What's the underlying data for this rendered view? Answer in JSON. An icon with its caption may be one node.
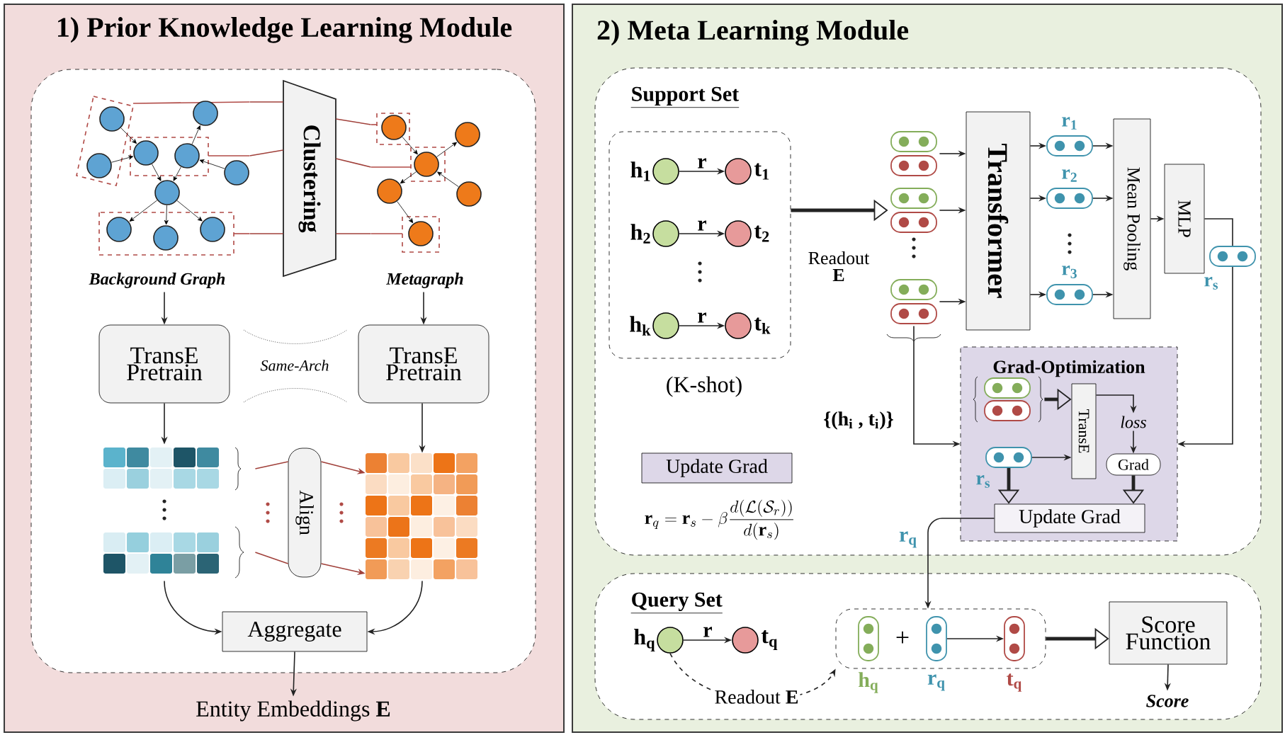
{
  "diagram": {
    "nodes": [
      {
        "text": [
          "1) Prior Knowledge Learning Module"
        ]
      },
      {
        "text": [],
        "shape": "box",
        "in": 0
      },
      {
        "text": [],
        "shape": "picture",
        "beside": [
          "Background Graph"
        ],
        "in": 1
      },
      {
        "text": [
          "Clustering"
        ],
        "in": 1
      },
      {
        "text": [],
        "shape": "picture",
        "beside": [
          "Metagraph"
        ],
        "in": 1
      },
      {
        "text": [
          "TransE Pretrain"
        ],
        "in": 1
      },
      {
        "text": [
          "TransE Pretrain"
        ],
        "in": 1
      },
      {
        "text": [],
        "shape": "picture",
        "in": 1
      },
      {
        "text": [
          "Align"
        ],
        "in": 1
      },
      {
        "text": [],
        "shape": "picture",
        "in": 1
      },
      {
        "text": [
          "Aggregate"
        ],
        "in": 1
      },
      {
        "text": [
          "Entity Embeddings **E**"
        ],
        "in": 0
      },
      {
        "text": [
          "2) Meta Learning Module"
        ]
      },
      {
        "text": [
          "Support Set"
        ],
        "in": 12
      },
      {
        "text": [],
        "shape": "box",
        "beside": [
          "(K-shot)"
        ],
        "in": 13
      },
      {
        "text": [],
        "shape": "circle",
        "beside": [
          "h$_{1}$"
        ],
        "in": 14
      },
      {
        "text": [],
        "shape": "circle",
        "beside": [
          "t$_{1}$"
        ],
        "in": 14
      },
      {
        "text": [],
        "shape": "circle",
        "beside": [
          "h$_{2}$"
        ],
        "in": 14
      },
      {
        "text": [],
        "shape": "circle",
        "beside": [
          "t$_{2}$"
        ],
        "in": 14
      },
      {
        "text": [],
        "shape": "circle",
        "beside": [
          "h$_{k}$"
        ],
        "in": 14
      },
      {
        "text": [],
        "shape": "circle",
        "beside": [
          "t$_{k}$"
        ],
        "in": 14
      },
      {
        "text": [],
        "shape": "pill",
        "in": 13
      },
      {
        "text": [],
        "shape": "pill",
        "in": 13
      },
      {
        "text": [],
        "shape": "pill",
        "in": 13
      },
      {
        "text": [
          "Transformer"
        ],
        "in": 13
      },
      {
        "text": [],
        "shape": "pill",
        "beside": [
          "r$_{1}$"
        ],
        "in": 13
      },
      {
        "text": [],
        "shape": "pill",
        "beside": [
          "r$_{2}$"
        ],
        "in": 13
      },
      {
        "text": [],
        "shape": "pill",
        "beside": [
          "r$_{3}$"
        ],
        "in": 13
      },
      {
        "text": [
          "Mean Pooling"
        ],
        "in": 13
      },
      {
        "text": [
          "MLP"
        ],
        "in": 13
      },
      {
        "text": [],
        "shape": "pill",
        "beside": [
          "r$_{s}$"
        ],
        "in": 13
      },
      {
        "text": [
          "Grad-Optimization"
        ],
        "in": 13
      },
      {
        "text": [],
        "shape": "pill",
        "in": 31
      },
      {
        "text": [],
        "shape": "pill",
        "beside": [
          "r$_{s}$"
        ],
        "in": 31
      },
      {
        "text": [
          "TransE"
        ],
        "in": 31
      },
      {
        "text": [
          "loss"
        ],
        "in": 31
      },
      {
        "text": [
          "Grad"
        ],
        "in": 31
      },
      {
        "text": [
          "Update Grad"
        ],
        "in": 31
      },
      {
        "text": [
          "Update Grad"
        ],
        "in": 13
      },
      {
        "text": [
          "Query Set"
        ],
        "in": 12
      },
      {
        "text": [],
        "shape": "circle",
        "beside": [
          "h$_{q}$"
        ],
        "in": 39
      },
      {
        "text": [],
        "shape": "circle",
        "beside": [
          "t$_{q}$"
        ],
        "in": 39
      },
      {
        "text": [],
        "shape": "box",
        "in": 39
      },
      {
        "text": [],
        "shape": "pill",
        "beside": [
          "h$_{q}$"
        ],
        "in": 42
      },
      {
        "text": [],
        "shape": "pill",
        "beside": [
          "r$_{q}$"
        ],
        "in": 42
      },
      {
        "text": [],
        "shape": "pill",
        "beside": [
          "t$_{q}$"
        ],
        "in": 42
      },
      {
        "text": [
          "Score Function"
        ],
        "in": 39
      },
      {
        "text": [
          "Score"
        ],
        "in": 39
      }
    ],
    "edges": [
      {
        "from": 2,
        "to": 3,
        "arrow": "none",
        "color": "#a0403a"
      },
      {
        "from": 2,
        "to": 3,
        "arrow": "none",
        "color": "#a0403a"
      },
      {
        "from": 2,
        "to": 3,
        "arrow": "none",
        "color": "#a0403a"
      },
      {
        "from": 3,
        "to": 4,
        "arrow": "none",
        "color": "#a0403a"
      },
      {
        "from": 3,
        "to": 4,
        "arrow": "none",
        "color": "#a0403a"
      },
      {
        "from": 3,
        "to": 4,
        "arrow": "none",
        "color": "#a0403a"
      },
      {
        "from": 2,
        "to": 5,
        "arrow": "to"
      },
      {
        "from": 4,
        "to": 6,
        "arrow": "to"
      },
      {
        "from": 5,
        "to": 7,
        "arrow": "to"
      },
      {
        "from": 6,
        "to": 9,
        "arrow": "to"
      },
      {
        "from": 7,
        "to": 8,
        "arrow": "none",
        "color": "#a0403a"
      },
      {
        "from": 7,
        "to": 8,
        "arrow": "none",
        "color": "#a0403a"
      },
      {
        "from": 8,
        "to": 9,
        "arrow": "to",
        "color": "#a0403a"
      },
      {
        "from": 8,
        "to": 9,
        "arrow": "to",
        "color": "#a0403a"
      },
      {
        "from": 7,
        "to": 10,
        "arrow": "to"
      },
      {
        "from": 9,
        "to": 10,
        "arrow": "to"
      },
      {
        "from": 10,
        "to": 11,
        "arrow": "to"
      },
      {
        "from": 15,
        "to": 16,
        "arrow": "to",
        "label": "r"
      },
      {
        "from": 17,
        "to": 18,
        "arrow": "to",
        "label": "r"
      },
      {
        "from": 19,
        "to": 20,
        "arrow": "to",
        "label": "r"
      },
      {
        "from": 14,
        "to": 22,
        "arrow": "to",
        "label": "Readout **E**",
        "style": "thick"
      },
      {
        "from": 21,
        "to": 24,
        "arrow": "to"
      },
      {
        "from": 22,
        "to": 24,
        "arrow": "to"
      },
      {
        "from": 23,
        "to": 24,
        "arrow": "to"
      },
      {
        "from": 24,
        "to": 25,
        "arrow": "to"
      },
      {
        "from": 24,
        "to": 26,
        "arrow": "to"
      },
      {
        "from": 24,
        "to": 27,
        "arrow": "to"
      },
      {
        "from": 25,
        "to": 28,
        "arrow": "to"
      },
      {
        "from": 26,
        "to": 28,
        "arrow": "to"
      },
      {
        "from": 27,
        "to": 28,
        "arrow": "to"
      },
      {
        "from": 28,
        "to": 29,
        "arrow": "to"
      },
      {
        "from": 29,
        "to": 30,
        "arrow": "none"
      },
      {
        "from": 30,
        "to": 31,
        "arrow": "to"
      },
      {
        "from": 23,
        "to": 31,
        "arrow": "to",
        "label": "{(h$_{i}$ , t$_{i}$)}"
      },
      {
        "from": 32,
        "to": 34,
        "arrow": "to",
        "style": "thick"
      },
      {
        "from": 33,
        "to": 34,
        "arrow": "to"
      },
      {
        "from": 34,
        "to": 35,
        "arrow": "to"
      },
      {
        "from": 35,
        "to": 36,
        "arrow": "to"
      },
      {
        "from": 33,
        "to": 37,
        "arrow": "to",
        "style": "thick"
      },
      {
        "from": 36,
        "to": 37,
        "arrow": "to",
        "style": "thick"
      },
      {
        "from": 37,
        "to": 42,
        "arrow": "to",
        "label": "r$_{q}$"
      },
      {
        "from": 40,
        "to": 41,
        "arrow": "to",
        "label": "r"
      },
      {
        "from": 44,
        "to": 45,
        "arrow": "to"
      },
      {
        "from": 42,
        "to": 46,
        "arrow": "to",
        "style": "thick"
      },
      {
        "from": 46,
        "to": 47,
        "arrow": "to"
      },
      {
        "from": 40,
        "to": 42,
        "arrow": "to",
        "label": "Readout **E**",
        "style": "dashed"
      }
    ],
    "labels": [
      "Same-Arch",
      "+",
      "\\mathbf{r}_q=\\mathbf{r}_s-\\beta\\frac{d(\\mathcal{L}(\\mathcal{S}_r))}{d(\\mathbf{r}_s)}"
    ]
  }
}
